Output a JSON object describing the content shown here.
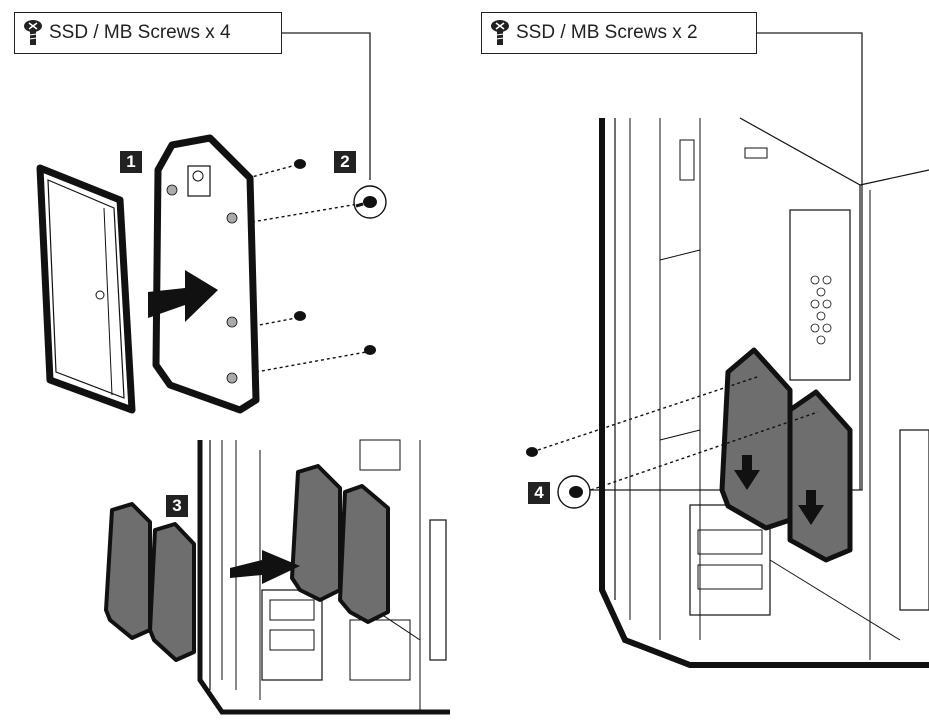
{
  "callouts": {
    "left": {
      "text": "SSD / MB Screws x 4",
      "icon": "screw-icon"
    },
    "right": {
      "text": "SSD / MB Screws x 2",
      "icon": "screw-icon"
    }
  },
  "steps": [
    "1",
    "2",
    "3",
    "4"
  ],
  "colors": {
    "ink": "#1a1a1a",
    "drive_fill": "#6e6e6e",
    "line": "#222222"
  }
}
